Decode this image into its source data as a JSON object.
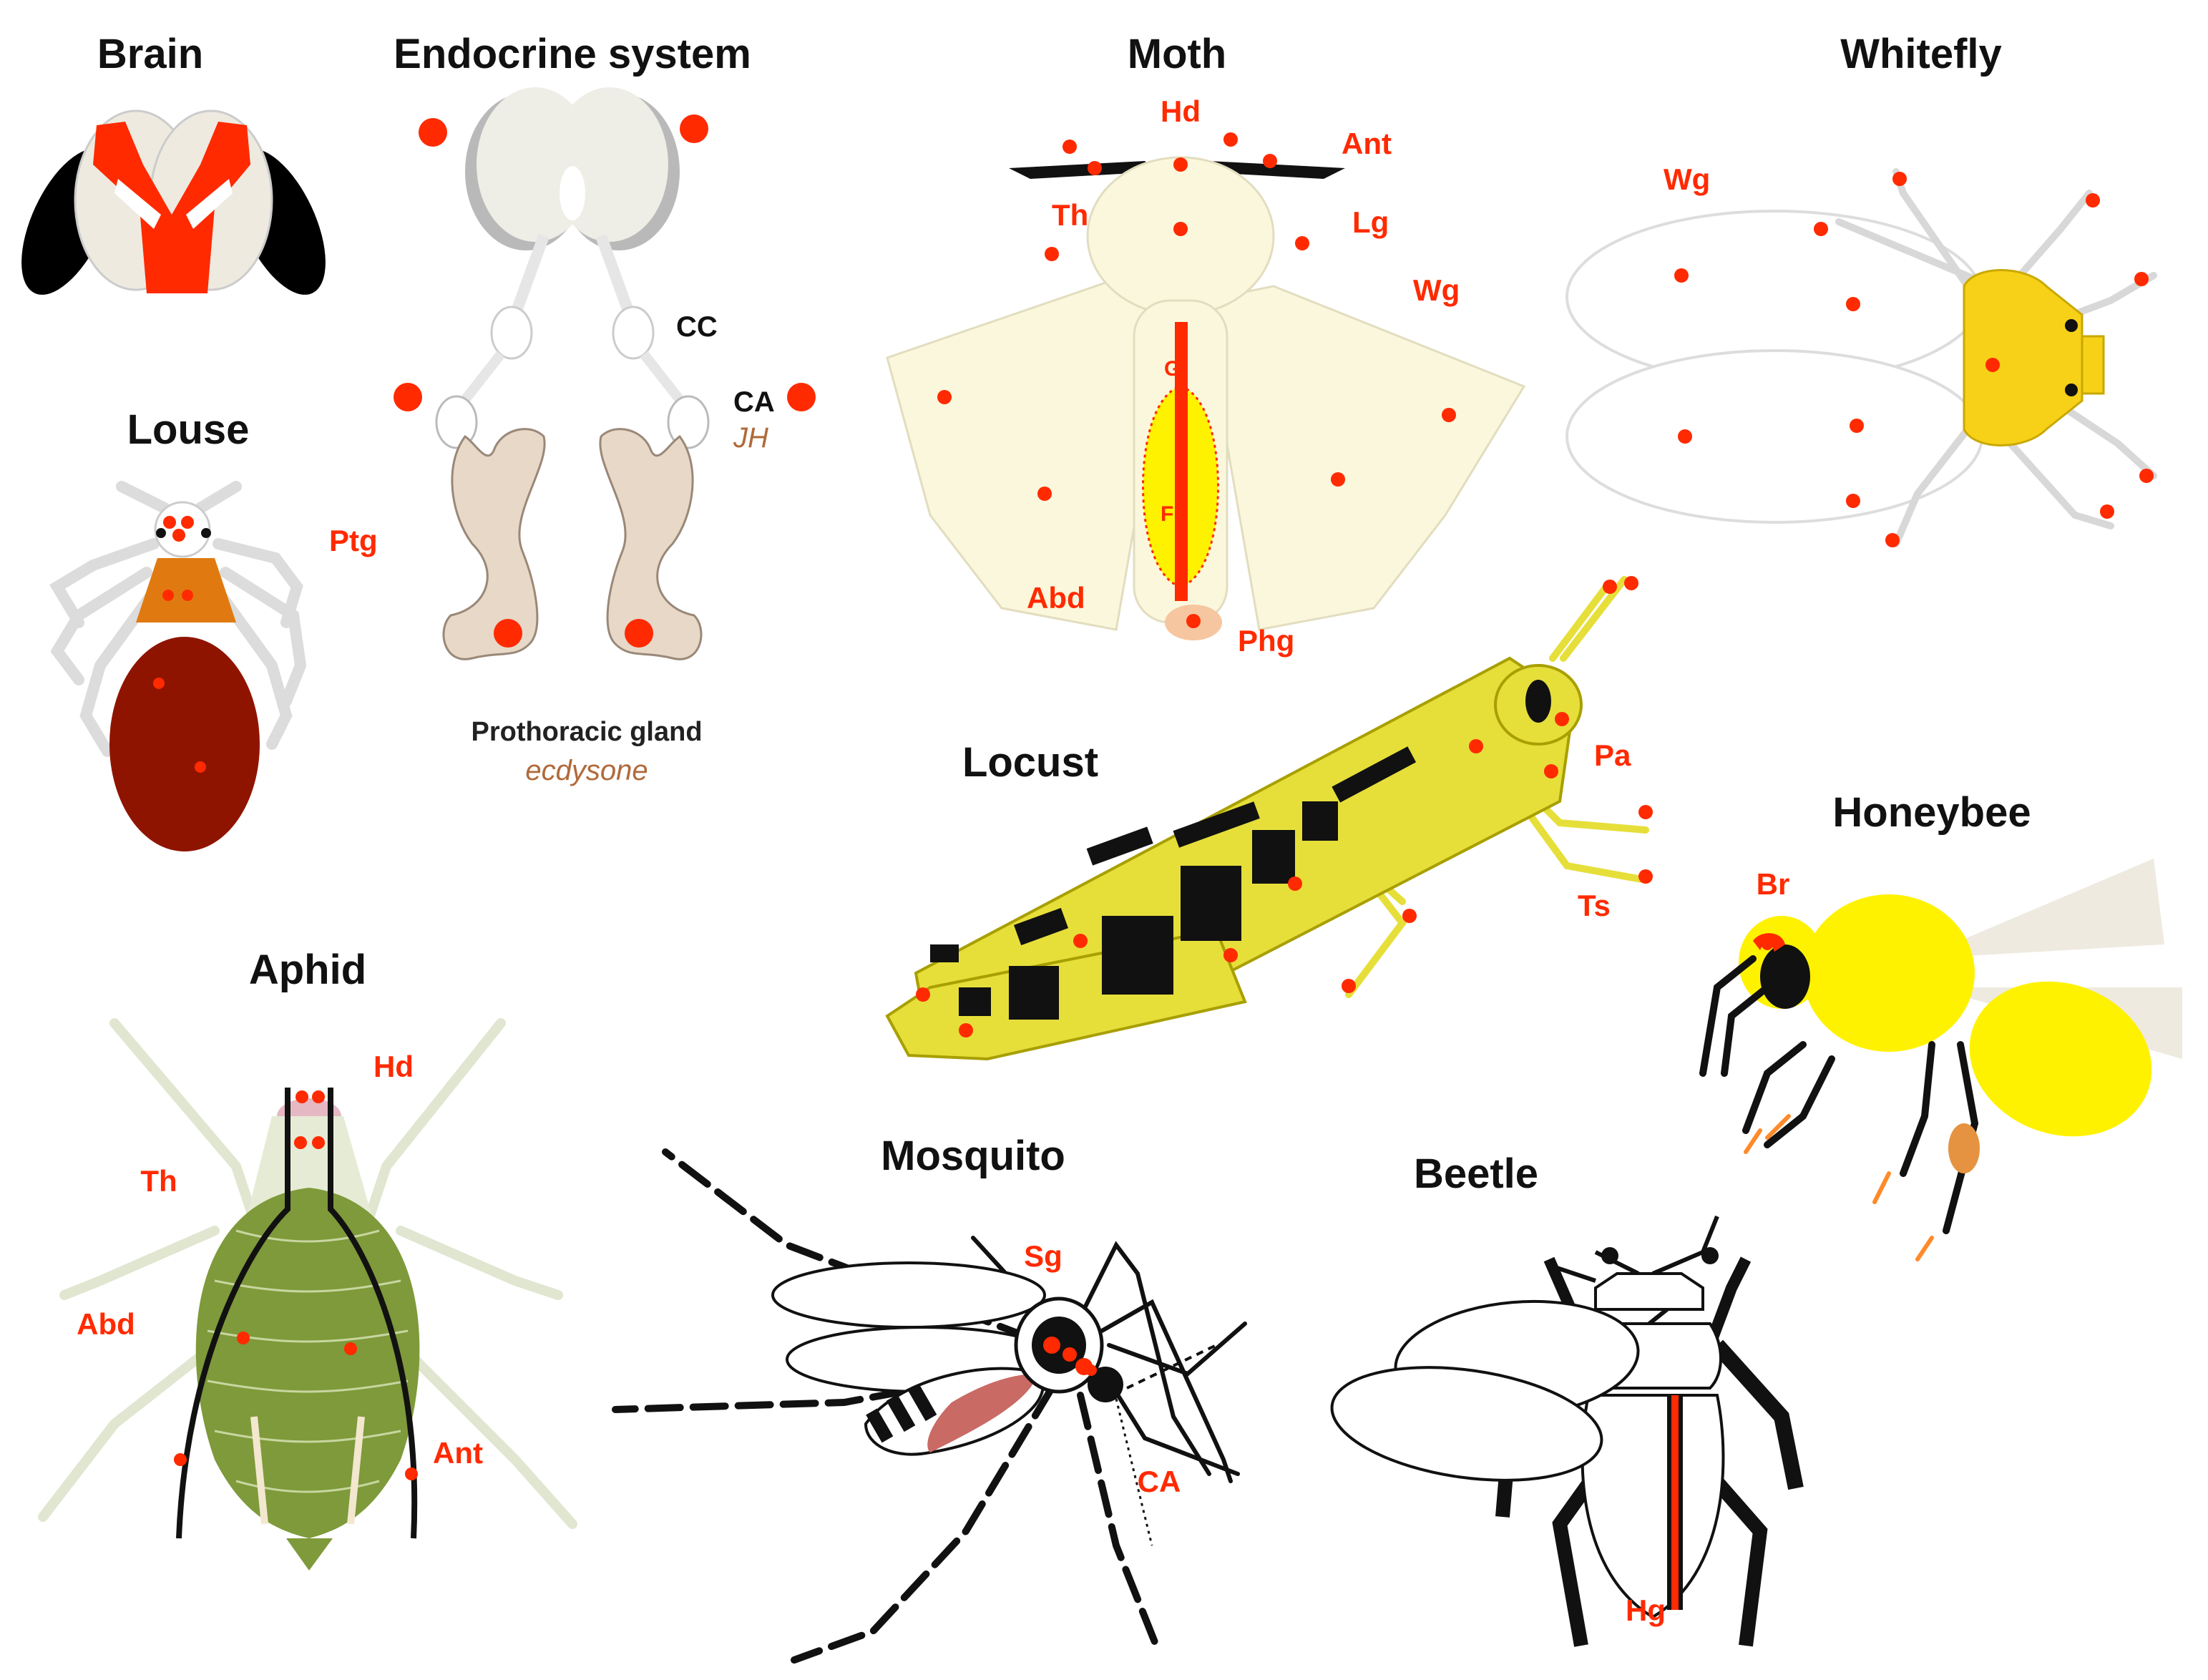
{
  "colors": {
    "marker": "#ff2a00",
    "moth": "#fbf7dc",
    "whitefly_body": "#f7d117",
    "louse_abdomen": "#8f1400",
    "louse_thorax": "#e07a10",
    "locust": "#e6df3a",
    "aphid": "#7e9a3a",
    "honeybee": "#fff200",
    "gland": "#e7d8c8",
    "hormone_text": "#b06a3a"
  },
  "panels": {
    "brain": {
      "title": "Brain"
    },
    "endocrine": {
      "title": "Endocrine system",
      "labels": {
        "cc": "CC",
        "ca": "CA",
        "jh": "JH",
        "gland": "Prothoracic gland",
        "ecdysone": "ecdysone"
      }
    },
    "moth": {
      "title": "Moth",
      "labels": {
        "hd": "Hd",
        "ant": "Ant",
        "th": "Th",
        "lg": "Lg",
        "wg": "Wg",
        "g": "G",
        "fb": "Fb",
        "abd": "Abd",
        "phg": "Phg"
      }
    },
    "whitefly": {
      "title": "Whitefly",
      "labels": {
        "wg": "Wg"
      }
    },
    "louse": {
      "title": "Louse",
      "labels": {
        "ptg": "Ptg"
      }
    },
    "locust": {
      "title": "Locust",
      "labels": {
        "pa": "Pa",
        "ts": "Ts"
      }
    },
    "honeybee": {
      "title": "Honeybee",
      "labels": {
        "br": "Br"
      }
    },
    "aphid": {
      "title": "Aphid",
      "labels": {
        "hd": "Hd",
        "th": "Th",
        "abd": "Abd",
        "ant": "Ant"
      }
    },
    "mosquito": {
      "title": "Mosquito",
      "labels": {
        "sg": "Sg",
        "ca": "CA"
      }
    },
    "beetle": {
      "title": "Beetle",
      "labels": {
        "hg": "Hg"
      }
    }
  }
}
